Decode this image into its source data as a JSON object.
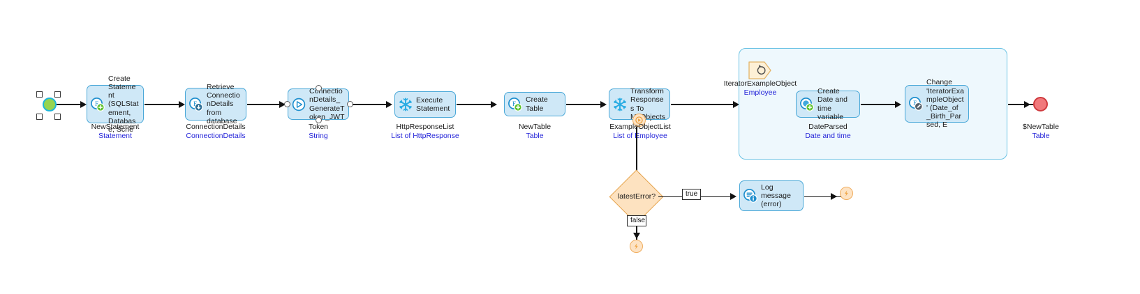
{
  "diagram": {
    "kind": "mendix-microflow",
    "colors": {
      "activity_fill": "#cfe8f7",
      "activity_border": "#4aa8d8",
      "loop_fill": "#eef8fd",
      "loop_border": "#6cc3e4",
      "decision_fill": "#fde2c0",
      "decision_border": "#e6a44e",
      "start_fill": "#96d44f",
      "start_border": "#1fb6d8",
      "end_fill": "#f1797c",
      "end_border": "#cf3a3e",
      "error_fill": "#fde3c4",
      "error_border": "#f0ad5e",
      "type_text": "#2323d8",
      "connector": "#111111"
    },
    "start_event": {
      "name": "start-event",
      "selected": true
    },
    "activities": [
      {
        "id": "create-statement",
        "text": "Create Statement (SQLStatement, Database, Sche",
        "icon": "create-object-icon",
        "caption": "NewStatement",
        "caption_type": "Statement"
      },
      {
        "id": "retrieve-connectiondetails",
        "text": "Retrieve ConnectionDetails from database",
        "icon": "retrieve-object-icon",
        "caption": "ConnectionDetails",
        "caption_type": "ConnectionDetails"
      },
      {
        "id": "generate-token-jwt",
        "text": "ConnectionDetails_GenerateToken_JWT",
        "icon": "microflow-call-icon",
        "caption": "Token",
        "caption_type": "String"
      },
      {
        "id": "execute-statement",
        "text": "Execute Statement",
        "icon": "snowflake-icon",
        "caption": "HttpResponseList",
        "caption_type": "List of HttpResponse"
      },
      {
        "id": "create-table",
        "text": "Create Table",
        "icon": "create-object-icon",
        "caption": "NewTable",
        "caption_type": "Table"
      },
      {
        "id": "transform-responses",
        "text": "Transform Responses To MxObjects",
        "icon": "snowflake-icon",
        "caption": "ExampleObjectList",
        "caption_type": "List of Employee"
      },
      {
        "id": "create-date-time-variable",
        "text": "Create Date and time variable",
        "icon": "create-variable-icon",
        "caption": "DateParsed",
        "caption_type": "Date and time"
      },
      {
        "id": "change-iterator-object",
        "text": "Change 'IteratorExampleObject' (Date_of _Birth_Parsed, E",
        "icon": "change-object-icon",
        "caption": "",
        "caption_type": ""
      },
      {
        "id": "log-message",
        "text": "Log message (error)",
        "icon": "log-message-icon",
        "caption": "",
        "caption_type": ""
      }
    ],
    "loop": {
      "id": "iterate-example-objects",
      "icon": "loop-icon",
      "label": "IteratorExampleObject",
      "label_type": "Employee"
    },
    "decision": {
      "id": "latest-error-decision",
      "label": "latestError?",
      "branches": [
        {
          "label": "true"
        },
        {
          "label": "false"
        }
      ]
    },
    "end_event": {
      "id": "end-event-newtable",
      "caption": "$NewTable",
      "caption_type": "Table"
    },
    "error_end_events": [
      {
        "id": "error-end-false-branch",
        "glyph": "⚡"
      },
      {
        "id": "error-end-after-log",
        "glyph": "⚡"
      }
    ],
    "error_handler_marker": {
      "id": "transform-error-handler",
      "glyph": "▶"
    }
  }
}
